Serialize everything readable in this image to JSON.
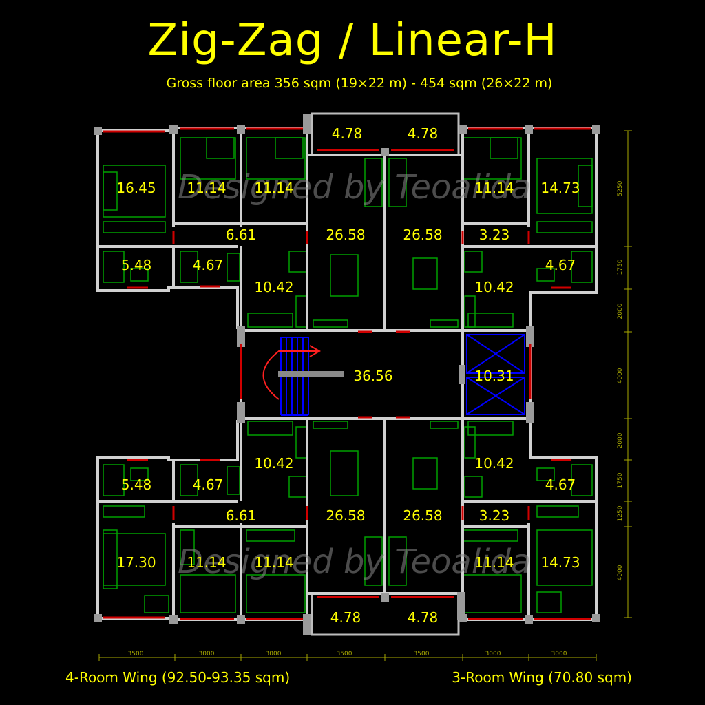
{
  "title": "Zig-Zag / Linear-H",
  "subtitle": "Gross floor area 356 sqm (19×22 m) - 454 sqm (26×22 m)",
  "watermark": "Designed by Teoalida",
  "wings": {
    "left": "4-Room Wing (92.50-93.35 sqm)",
    "right": "3-Room Wing (70.80 sqm)"
  },
  "areas": {
    "top_balcony_left": "4.78",
    "top_balcony_right": "4.78",
    "top_master_left": "16.45",
    "top_bed_a": "11.14",
    "top_bed_b": "11.14",
    "top_bed_right": "11.14",
    "top_master_right": "14.73",
    "top_corridor_left": "6.61",
    "top_living_left": "26.58",
    "top_living_right": "26.58",
    "top_corridor_right": "3.23",
    "top_bath_left": "5.48",
    "top_wc_left": "4.67",
    "top_kitchen_left": "10.42",
    "top_kitchen_right": "10.42",
    "top_wc_right": "4.67",
    "lobby": "36.56",
    "lift": "10.31",
    "bot_kitchen_left": "10.42",
    "bot_kitchen_right": "10.42",
    "bot_bath_left": "5.48",
    "bot_wc_left": "4.67",
    "bot_wc_right": "4.67",
    "bot_corridor_left": "6.61",
    "bot_living_left": "26.58",
    "bot_living_right": "26.58",
    "bot_corridor_right": "3.23",
    "bot_master_left": "17.30",
    "bot_bed_a": "11.14",
    "bot_bed_b": "11.14",
    "bot_bed_right": "11.14",
    "bot_master_right": "14.73",
    "bot_balcony_left": "4.78",
    "bot_balcony_right": "4.78"
  },
  "dimensions": {
    "horizontal": [
      "3500",
      "3000",
      "3000",
      "3500",
      "3500",
      "3000",
      "3000"
    ],
    "vertical": [
      "5250",
      "1750",
      "2000",
      "4000",
      "2000",
      "1750",
      "1250",
      "4000"
    ]
  },
  "colors": {
    "background": "#000000",
    "text": "#ffff00",
    "walls": "#d0d0d0",
    "windows": "#d00000",
    "furniture": "#00a000",
    "stair": "#0000ff",
    "dimension": "#a8a800"
  }
}
